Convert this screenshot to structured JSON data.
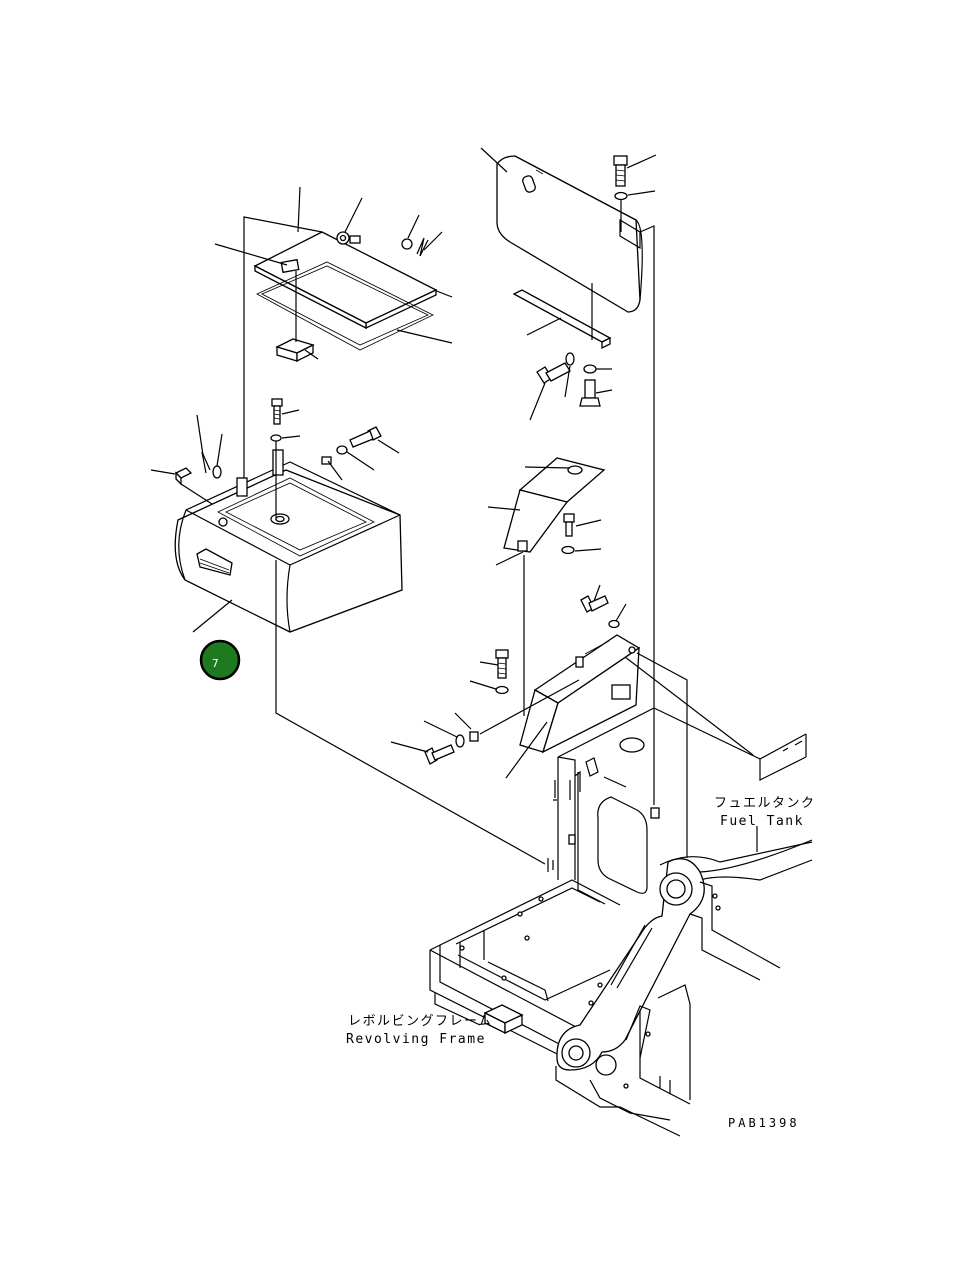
{
  "labels": {
    "fuel_tank_jp": "フュエルタンク",
    "fuel_tank_en": "Fuel Tank",
    "frame_jp": "レボルビングフレーム",
    "frame_en": "Revolving Frame",
    "drawing_code": "PAB1398"
  },
  "callout": {
    "number": "7",
    "color": "#1e7a1e",
    "border": "#000000"
  }
}
